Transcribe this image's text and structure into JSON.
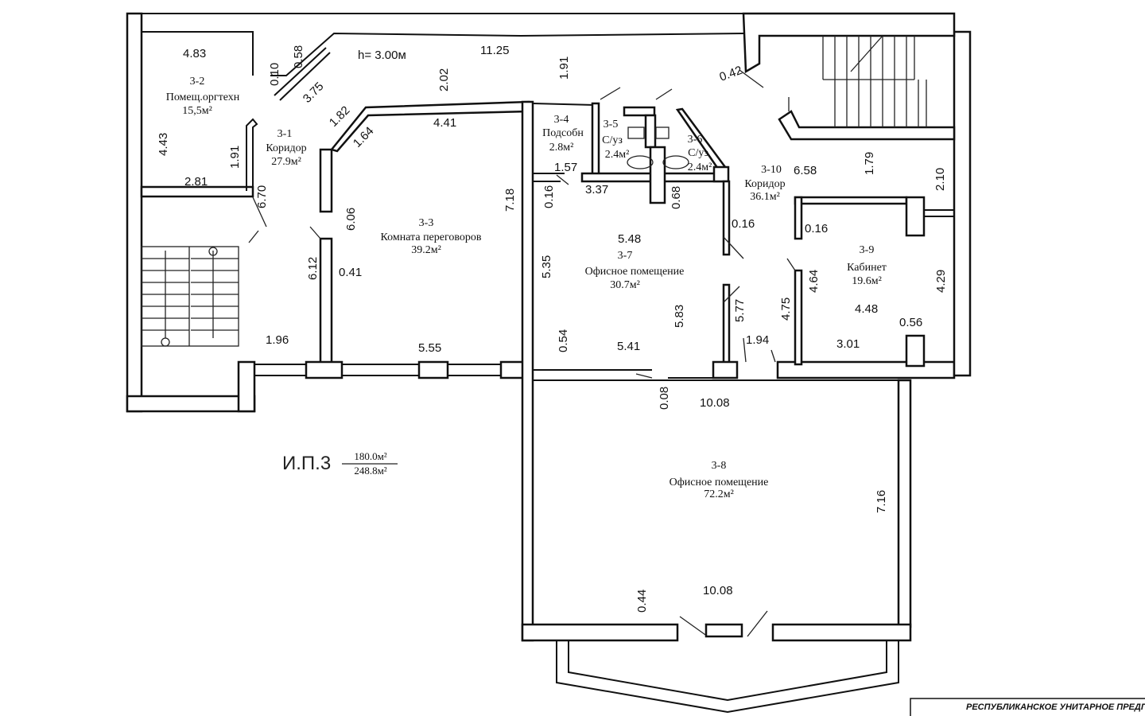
{
  "plan": {
    "height_note": "h= 3.00м",
    "total": {
      "code": "И.П.3",
      "area_useful": "180.0м²",
      "area_total": "248.8м²"
    },
    "stamp": "РЕСПУБЛИКАНСКОЕ УНИТАРНОЕ ПРЕДПР"
  },
  "rooms": [
    {
      "id": "3-1",
      "name": "Коридор",
      "area": "27.9м²"
    },
    {
      "id": "3-2",
      "name": "Помещ.оргтехн",
      "area": "15,5м²"
    },
    {
      "id": "3-3",
      "name": "Комната переговоров",
      "area": "39.2м²"
    },
    {
      "id": "3-4",
      "name": "Подсобн",
      "area": "2.8м²"
    },
    {
      "id": "3-5",
      "name": "С/уз",
      "area": "2.4м²"
    },
    {
      "id": "3-6",
      "name": "С/уз",
      "area": "2.4м²"
    },
    {
      "id": "3-7",
      "name": "Офисное помещение",
      "area": "30.7м²"
    },
    {
      "id": "3-8",
      "name": "Офисное помещение",
      "area": "72.2м²"
    },
    {
      "id": "3-9",
      "name": "Кабинет",
      "area": "19.6м²"
    },
    {
      "id": "3-10",
      "name": "Коридор",
      "area": "36.1м²"
    }
  ],
  "dimensions": [
    "4.83",
    "0.10",
    "0.58",
    "3.75",
    "11.25",
    "2.02",
    "1.91",
    "0.42",
    "4.43",
    "1.91",
    "2.81",
    "6.70",
    "1.82",
    "1.64",
    "4.41",
    "6.06",
    "7.18",
    "6.12",
    "0.41",
    "1.96",
    "5.55",
    "1.57",
    "0.16",
    "3.37",
    "0.68",
    "5.48",
    "5.35",
    "0.54",
    "5.41",
    "5.83",
    "0.16",
    "5.77",
    "1.94",
    "0.08",
    "10.08",
    "6.58",
    "1.79",
    "2.10",
    "0.16",
    "4.64",
    "4.75",
    "4.48",
    "0.56",
    "3.01",
    "4.29",
    "7.16",
    "10.08",
    "0.44"
  ]
}
